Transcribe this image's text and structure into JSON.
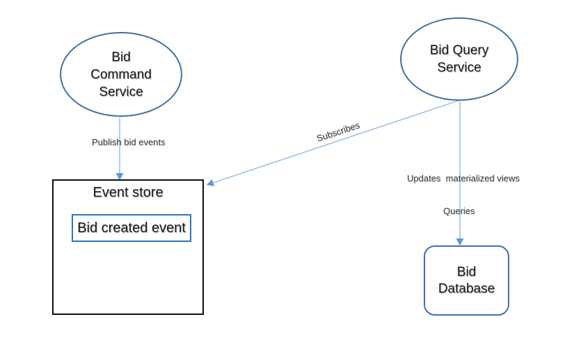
{
  "diagram": {
    "nodes": {
      "bid_command_service": {
        "label": "Bid\nCommand\nService",
        "shape": "ellipse"
      },
      "bid_query_service": {
        "label": "Bid Query\nService",
        "shape": "ellipse"
      },
      "event_store": {
        "label": "Event store",
        "shape": "rectangle"
      },
      "bid_created_event": {
        "label": "Bid created event",
        "shape": "rectangle",
        "parent": "event_store"
      },
      "bid_database": {
        "label": "Bid\nDatabase",
        "shape": "rounded-rectangle"
      }
    },
    "edges": {
      "publish": {
        "from": "bid_command_service",
        "to": "event_store",
        "label": "Publish bid events"
      },
      "subscribes": {
        "from": "bid_query_service",
        "to": "event_store",
        "label": "Subscribes"
      },
      "updates": {
        "from": "bid_query_service",
        "to": "bid_database",
        "label": "Updates  materialized views"
      },
      "queries": {
        "from": "bid_query_service",
        "to": "bid_database",
        "label": "Queries"
      }
    },
    "colors": {
      "service_outline": "#41719C",
      "event_store_outline": "#0F0F0F",
      "event_box_outline": "#2E74B5",
      "database_outline": "#3F6FB5",
      "connector_line": "#8FBAE6",
      "arrowhead": "#5B9BD5",
      "shape_text": "#1C1C1C",
      "label_text": "#3C3C3C",
      "background": "#FFFFFF"
    }
  }
}
